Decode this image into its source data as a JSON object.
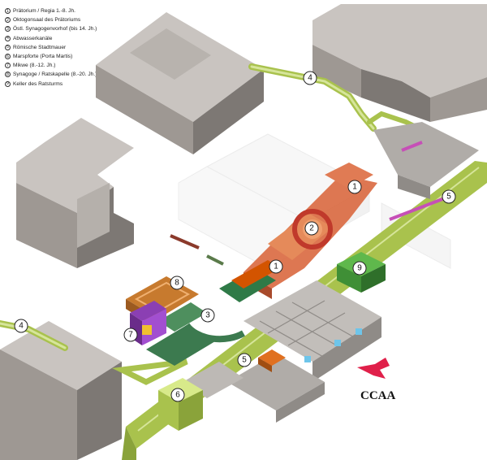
{
  "legend": [
    {
      "num": "1",
      "label": "Prätorium / Regia 1.-8. Jh."
    },
    {
      "num": "2",
      "label": "Oktogonsaal des Prätoriums"
    },
    {
      "num": "3",
      "label": "Östl. Synagogenvorhof (bis 14. Jh.)"
    },
    {
      "num": "4",
      "label": "Abwasserkanäle"
    },
    {
      "num": "5",
      "label": "Römische Stadtmauer"
    },
    {
      "num": "6",
      "label": "Marspforte (Porta Martis)"
    },
    {
      "num": "7",
      "label": "Mikwe (8.-12. Jh.)"
    },
    {
      "num": "8",
      "label": "Synagoge / Ratskapelle (8.-20. Jh.)"
    },
    {
      "num": "9",
      "label": "Keller des Ratsturms"
    }
  ],
  "markers": [
    "1",
    "1",
    "2",
    "3",
    "4",
    "4",
    "5",
    "5",
    "6",
    "7",
    "8",
    "9"
  ],
  "ccaa_label": "CCAA",
  "colors": {
    "building_top": "#c9c4c0",
    "building_side": "#9e9893",
    "building_dark": "#7d7874",
    "wall_green": "#a9c24d",
    "wall_green_light": "#d6e59a",
    "praetorium": "#d9683f",
    "cellar": "#b0aca8",
    "synagogue": "#c77a2e",
    "mikve": "#8b3fb3",
    "courtyard": "#3c7a4f",
    "arrow": "#e0204a",
    "magenta": "#c64fb7"
  }
}
